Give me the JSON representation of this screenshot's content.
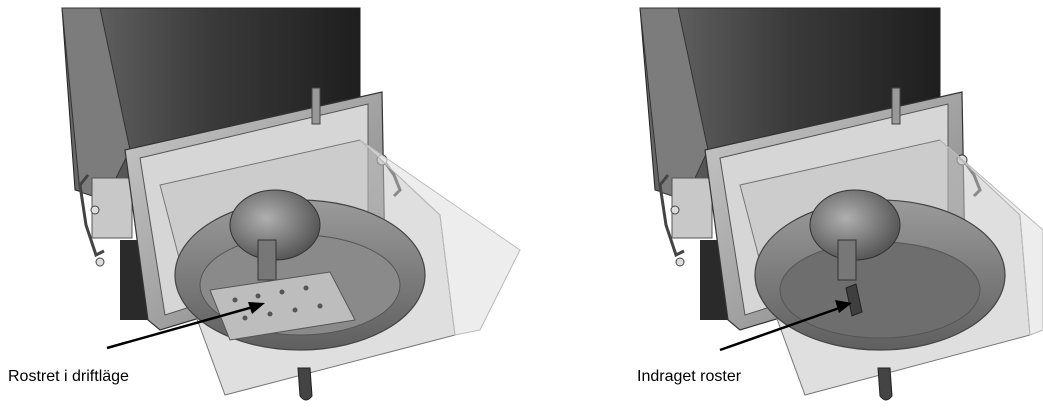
{
  "figures": {
    "left": {
      "caption": "Rostret i driftläge",
      "state": "grate-in-operating-position"
    },
    "right": {
      "caption": "Indraget roster",
      "state": "grate-retracted"
    }
  }
}
